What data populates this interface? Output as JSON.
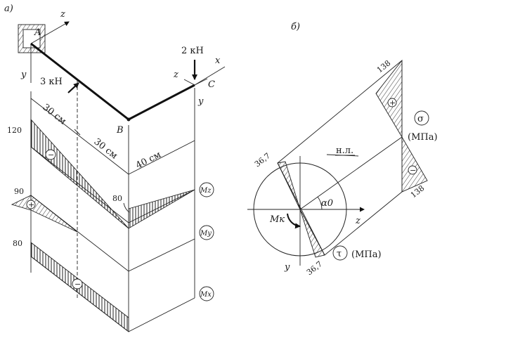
{
  "panel_a": {
    "panel_label": "а)",
    "point_A": "A",
    "point_B": "B",
    "point_C": "C",
    "axis_z_top": "z",
    "axis_y_left": "y",
    "axis_x_right": "x",
    "axis_z_right": "z",
    "axis_y_right": "y",
    "force_3": "3 кН",
    "force_2": "2 кН",
    "dim_30_1": "30 см",
    "dim_30_2": "30 см",
    "dim_40": "40 см",
    "val_120": "120",
    "val_90": "90",
    "val_80_a": "80",
    "val_80_b": "80",
    "sign_minus": "−",
    "sign_plus": "+",
    "label_Mz": "Mz",
    "label_My": "My",
    "label_Mx": "Mx"
  },
  "panel_b": {
    "panel_label": "б)",
    "val_138_top": "138",
    "val_138_bottom": "138",
    "val_36_7_top": "36,7",
    "val_36_7_bottom": "36,7",
    "sigma_symbol": "σ",
    "sigma_unit": "(МПа)",
    "tau_symbol": "τ",
    "tau_unit": "(МПа)",
    "neutral_line_label": "н.л.",
    "alpha_label": "α0",
    "axis_z": "z",
    "axis_y": "y",
    "moment_label": "Mк",
    "sign_plus": "+",
    "sign_minus": "−"
  }
}
